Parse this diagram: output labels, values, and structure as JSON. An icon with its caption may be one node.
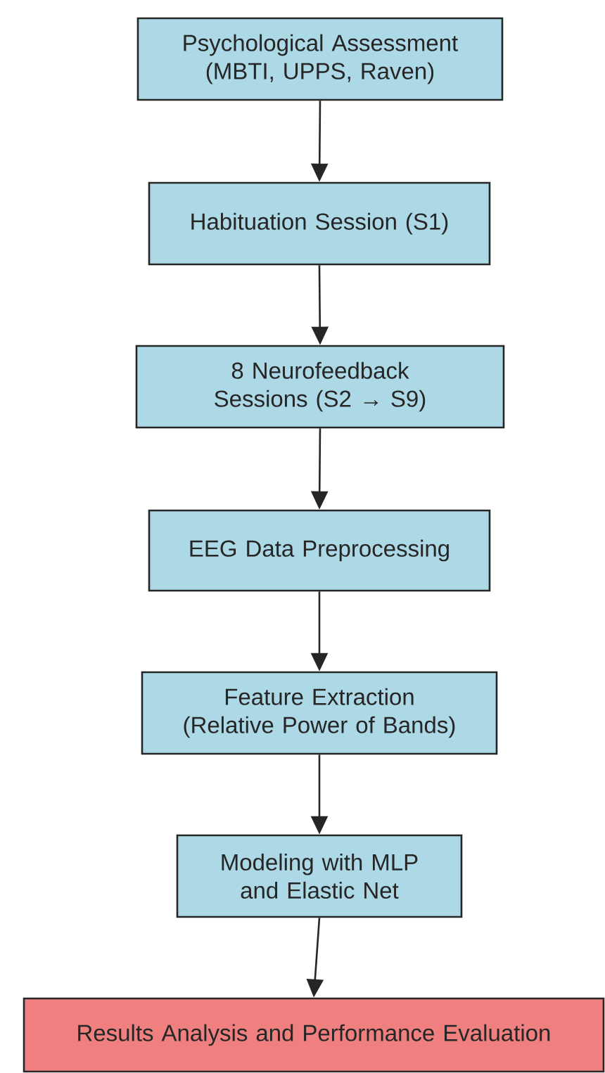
{
  "diagram": {
    "nodes": [
      {
        "text": [
          "Psychological Assessment (MBTI, UPPS, Raven)"
        ]
      },
      {
        "text": [
          "Habituation Session (S1)"
        ]
      },
      {
        "text": [
          "8 Neurofeedback Sessions (S2 → S9)"
        ]
      },
      {
        "text": [
          "EEG Data Preprocessing"
        ]
      },
      {
        "text": [
          "Feature Extraction (Relative Power of Bands)"
        ]
      },
      {
        "text": [
          "Modeling with MLP and Elastic Net"
        ]
      },
      {
        "text": [
          "Results Analysis and Performance Evaluation"
        ]
      }
    ],
    "edges": [
      {
        "from": 0,
        "to": 1,
        "arrow": "to"
      },
      {
        "from": 1,
        "to": 2,
        "arrow": "to"
      },
      {
        "from": 2,
        "to": 3,
        "arrow": "to"
      },
      {
        "from": 3,
        "to": 4,
        "arrow": "to"
      },
      {
        "from": 4,
        "to": 5,
        "arrow": "to"
      },
      {
        "from": 5,
        "to": 6,
        "arrow": "to"
      }
    ]
  }
}
